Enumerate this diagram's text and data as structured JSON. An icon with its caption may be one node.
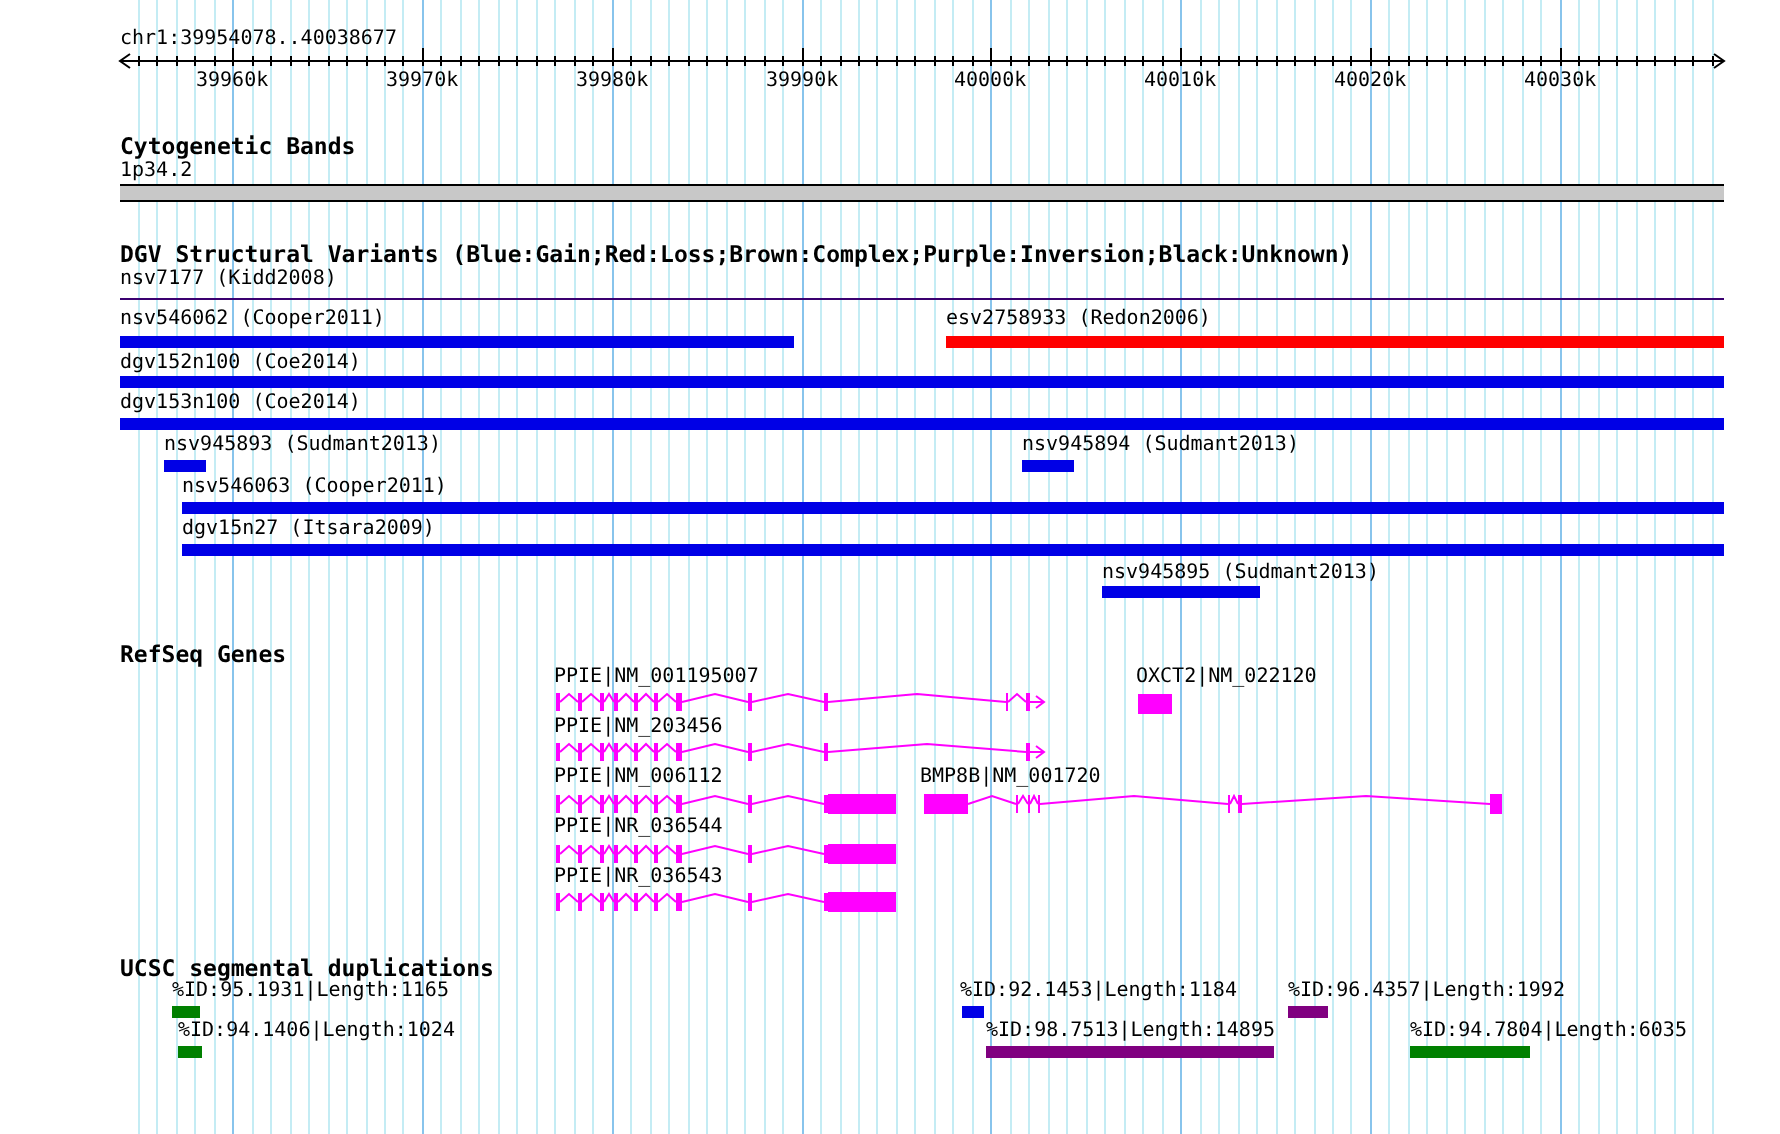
{
  "diagram": {
    "labels": [
      "chr1:39954078..40038677",
      "39960k",
      "39970k",
      "39980k",
      "39990k",
      "40000k",
      "40010k",
      "40020k",
      "40030k",
      "Cytogenetic Bands",
      "1p34.2",
      "DGV Structural Variants (Blue:Gain;Red:Loss;Brown:Complex;Purple:Inversion;Black:Unknown)",
      "nsv7177 (Kidd2008)",
      "nsv546062 (Cooper2011)",
      "esv2758933 (Redon2006)",
      "dgv152n100 (Coe2014)",
      "dgv153n100 (Coe2014)",
      "nsv945893 (Sudmant2013)",
      "nsv945894 (Sudmant2013)",
      "nsv546063 (Cooper2011)",
      "dgv15n27 (Itsara2009)",
      "nsv945895 (Sudmant2013)",
      "RefSeq Genes",
      "PPIE|NM_001195007",
      "OXCT2|NM_022120",
      "PPIE|NM_203456",
      "PPIE|NM_006112",
      "BMP8B|NM_001720",
      "PPIE|NR_036544",
      "PPIE|NR_036543",
      "UCSC segmental duplications",
      "%ID:95.1931|Length:1165",
      "%ID:92.1453|Length:1184",
      "%ID:96.4357|Length:1992",
      "%ID:94.1406|Length:1024",
      "%ID:98.7513|Length:14895",
      "%ID:94.7804|Length:6035"
    ]
  }
}
